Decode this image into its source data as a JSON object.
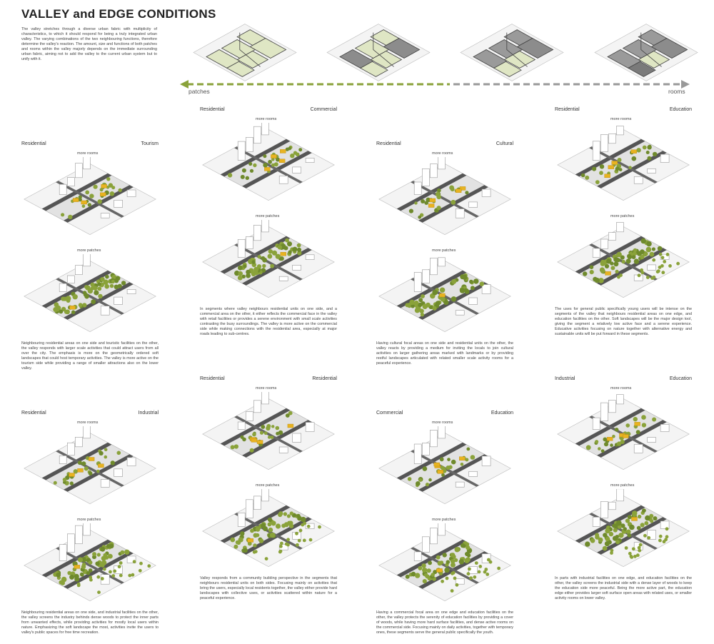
{
  "title": "VALLEY and EDGE CONDITIONS",
  "intro": "The valley stretches through a diverse urban fabric with multiplicity of characteristics, to which it should respond for being a truly integrated urban valley. The varying combinations of the two neighbouring functions, therefore determine the valley's reaction. The amount, size and functions of both patches and rooms within the valley majorly depends on the immediate surrounding urban fabric, aiming not to add the valley to the current urban system but to unify with it.",
  "scale": {
    "left_label": "patches",
    "right_label": "rooms"
  },
  "diagram_labels": {
    "rooms": "more rooms",
    "patches": "more patches"
  },
  "colors": {
    "green": "#8aa23a",
    "dark_green": "#6f8a2c",
    "yellow": "#e8b320",
    "grey": "#999999",
    "light_green": "#dfe6c4"
  },
  "conditions": [
    {
      "left": "Residential",
      "right": "Tourism",
      "text": "Neighbouring residential areas on one side and touristic facilities on the other, the valley responds with larger scale activities that could attract users from all over the city. The emphasis is more on the geometrically ordered soft landscapes that could host temporary activities. The valley is more active on the tourism side while providing a range of smaller attractions also on the lower valley."
    },
    {
      "left": "Residential",
      "right": "Commercial",
      "text": "In segments where valley neighbours residential units on one side, and a commercial area on the other, it either reflects the commercial face in the valley with retail facilities or provides a serene environment with small scale activities contrasting the busy surroundings. The valley is more active on the commercial side while making connections with the residential area, especially at major roads leading to sub-centres."
    },
    {
      "left": "Residential",
      "right": "Cultural",
      "text": "Having cultural focal areas on one side and residential units on the other, the valley reacts by providing a medium for inviting the locals to join cultural activities on larger gathering areas marked with landmarks or by providing restful landscapes articulated with related smaller scale activity rooms for a peaceful experience."
    },
    {
      "left": "Residential",
      "right": "Education",
      "text": "The uses for general public specifically young users will be intense on the segments of the valley that neighbours residential areas on one edge, and education facilities on the other. Soft landscapes will be the major design tool, giving the segment a relatively low active face and a serene experience. Educative activities focusing on nature together with alternative energy and sustainable units will be put forward in these segments."
    },
    {
      "left": "Residential",
      "right": "Industrial",
      "text": "Neighbouring residential areas on one side, and industrial facilities on the other, the valley screens the industry behinds dense woods to protect the inner parts from unwanted effects, while providing activities for mostly local users within nature. Emphasizing the soft landscape the most, activities invite the users to valley's public spaces for free time recreation."
    },
    {
      "left": "Residential",
      "right": "Residential",
      "text": "Valley responds from a community building perspective in the segments that neighbours residential units on both sides. Focusing mainly on activities that bring the users, especially local residents together, the valley either provide hard landscapes with collective uses, or activities scattered within nature for a peaceful experience."
    },
    {
      "left": "Commercial",
      "right": "Education",
      "text": "Having a commercial focal area on one edge and education facilities on the other, the valley protects the serenity of education facilities by providing a cover of woods, while having more hard surface facilities, and dense active rooms on the commercial side. Focusing mainly on daily activities, together with temporary ones, these segments serve the general public specifically the youth."
    },
    {
      "left": "Industrial",
      "right": "Education",
      "text": "In parts with industrial facilities on one edge, and education facilities on the other, the valley screens the industrial side with a dense layer of woods to keep the education side more peaceful. Being the more active part, the education edge either provides larger soft surface open areas with related uses, or smaller activity rooms on lower valley."
    }
  ]
}
